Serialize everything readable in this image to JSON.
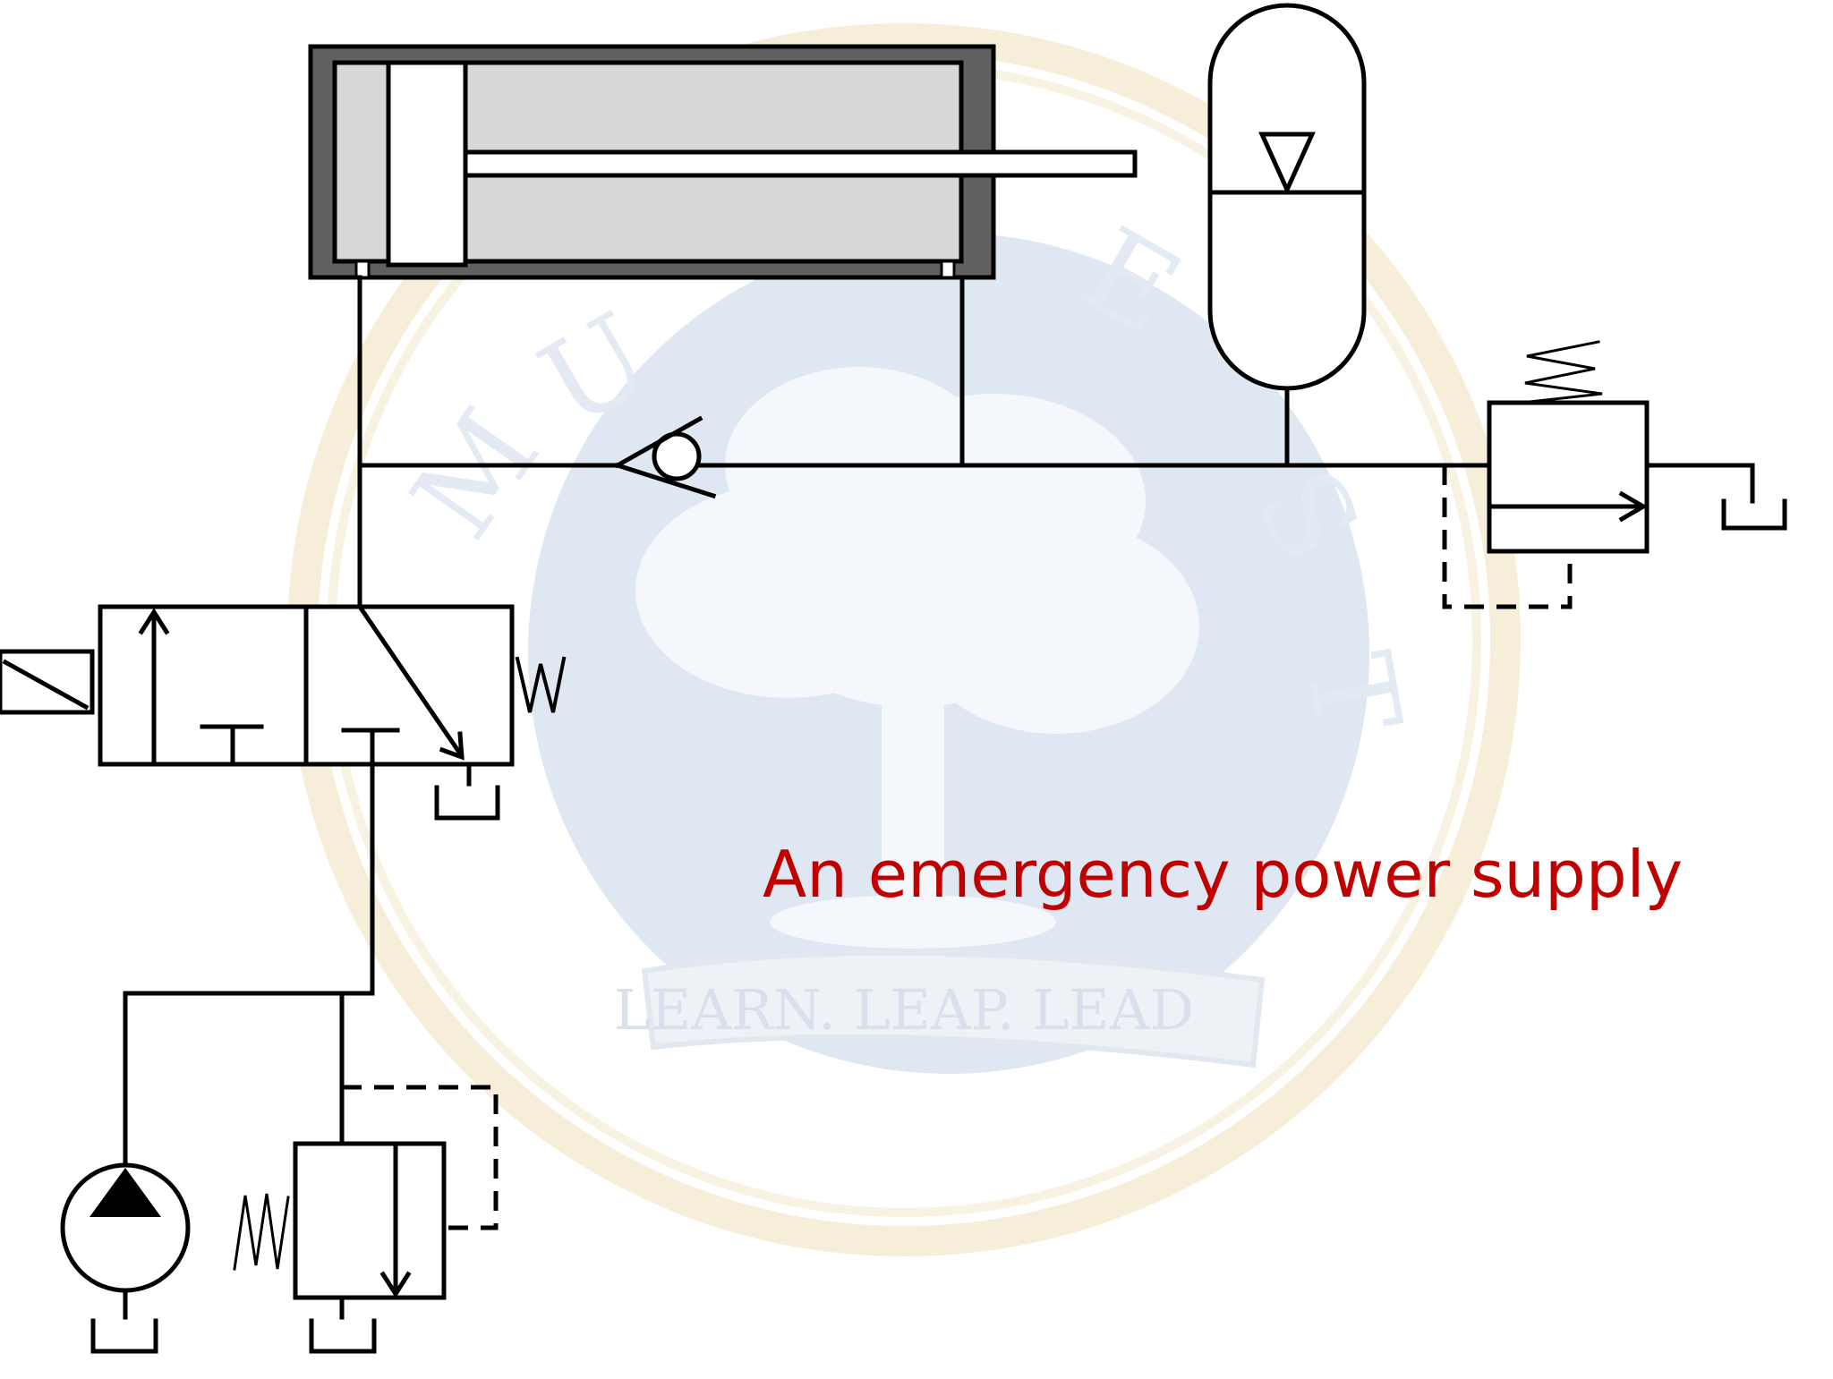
{
  "caption": "An emergency power supply",
  "colors": {
    "caption": "#c00000",
    "line": "#000000",
    "cylinder_frame": "#606060",
    "cylinder_chamber": "#d8d8d8",
    "watermark_blue": "#d7e1ef",
    "watermark_gold": "#f6eed9"
  },
  "watermark": {
    "description_icon": "university-seal-watermark",
    "banner_text": "LEARN. LEAP. LEAD"
  },
  "components": [
    {
      "name": "double-acting-cylinder",
      "icon": "cylinder-icon"
    },
    {
      "name": "hydraulic-accumulator",
      "icon": "accumulator-icon"
    },
    {
      "name": "check-valve",
      "icon": "check-valve-icon"
    },
    {
      "name": "pressure-relief-valve-top",
      "icon": "relief-valve-icon"
    },
    {
      "name": "solenoid-directional-valve",
      "icon": "solenoid-valve-icon"
    },
    {
      "name": "pressure-relief-valve-bottom",
      "icon": "relief-valve-icon"
    },
    {
      "name": "hydraulic-pump",
      "icon": "pump-icon"
    },
    {
      "name": "tank",
      "icon": "tank-icon"
    }
  ]
}
